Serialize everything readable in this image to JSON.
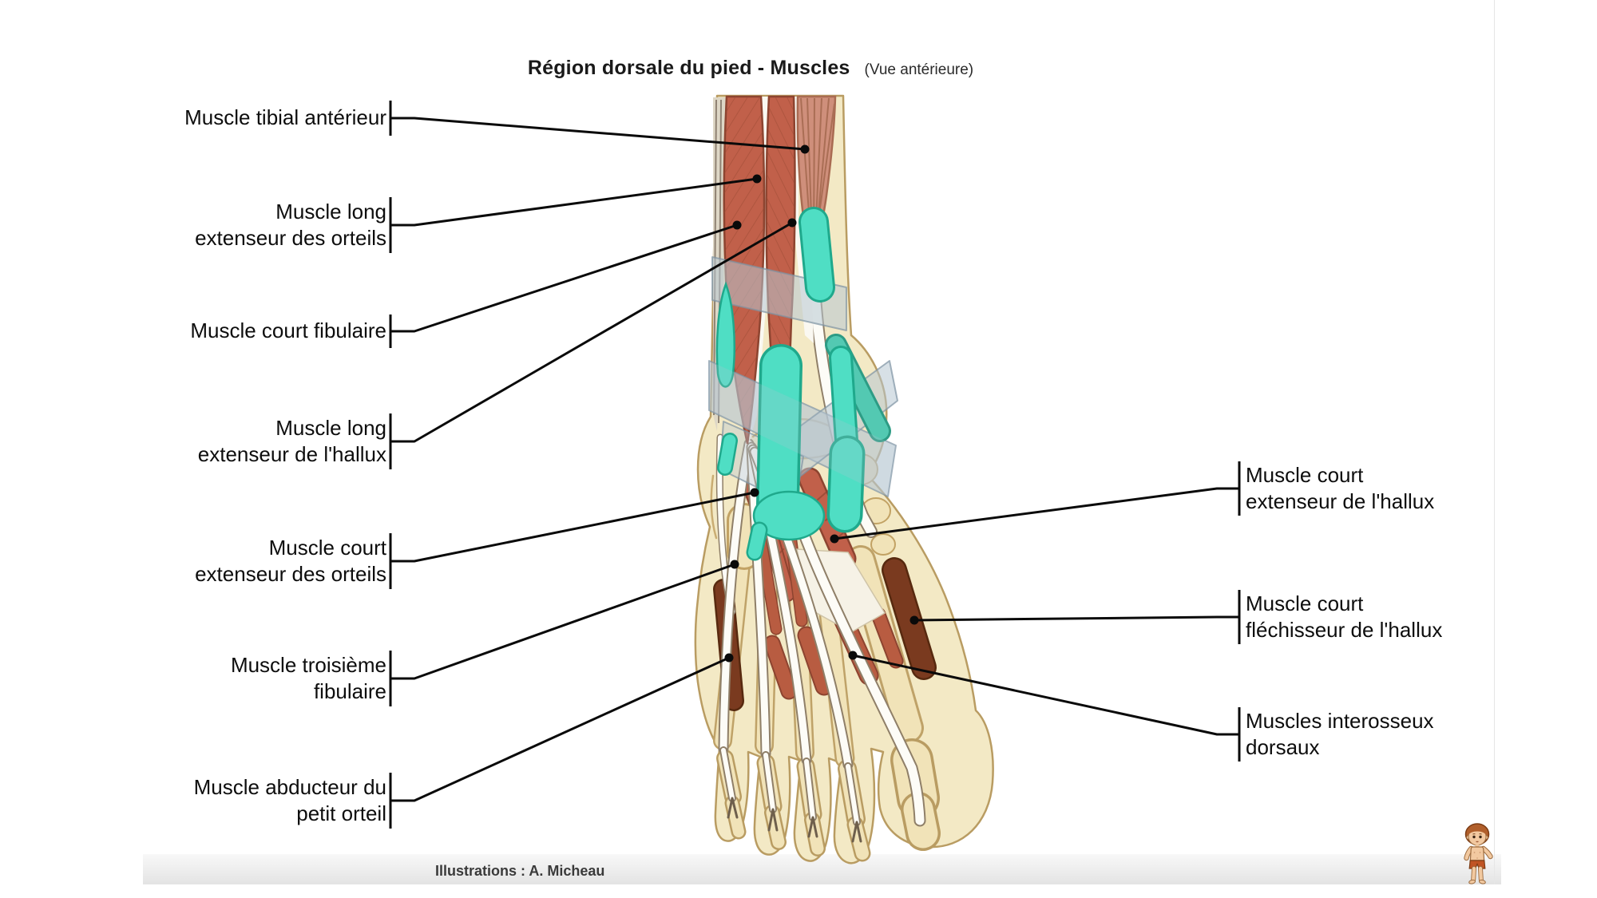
{
  "header": {
    "title": "Région dorsale du pied - Muscles",
    "view_note": "(Vue antérieure)"
  },
  "labels": {
    "left": [
      {
        "text": "Muscle tibial antérieur"
      },
      {
        "text": "Muscle long\nextenseur des orteils"
      },
      {
        "text": "Muscle court fibulaire"
      },
      {
        "text": "Muscle long\nextenseur de l'hallux"
      },
      {
        "text": "Muscle court\nextenseur des orteils"
      },
      {
        "text": "Muscle troisième\nfibulaire"
      },
      {
        "text": "Muscle abducteur du\npetit orteil"
      }
    ],
    "right": [
      {
        "text": "Muscle court\nextenseur de l'hallux"
      },
      {
        "text": "Muscle court\nfléchisseur de l'hallux"
      },
      {
        "text": "Muscles interosseux\ndorsaux"
      }
    ]
  },
  "footer": {
    "credit": "Illustrations : A. Micheau"
  },
  "icons": {
    "mascot": "child-anatomy-mascot"
  },
  "colors": {
    "muscle_red": "#c1604a",
    "muscle_pink": "#cf8f7b",
    "muscle_dark_brown": "#7a3a1f",
    "interosseous_red": "#b85c41",
    "tendon_white": "#fdfcf7",
    "sheath_teal": "#4fdec4",
    "sheath_teal_outline": "#1fa98c",
    "retinaculum_blue_gray": "#b7c6d2",
    "bone_cream": "#f1e3b8",
    "skin_cream": "#f3e9c5",
    "leader_line": "#0a0a0a"
  }
}
